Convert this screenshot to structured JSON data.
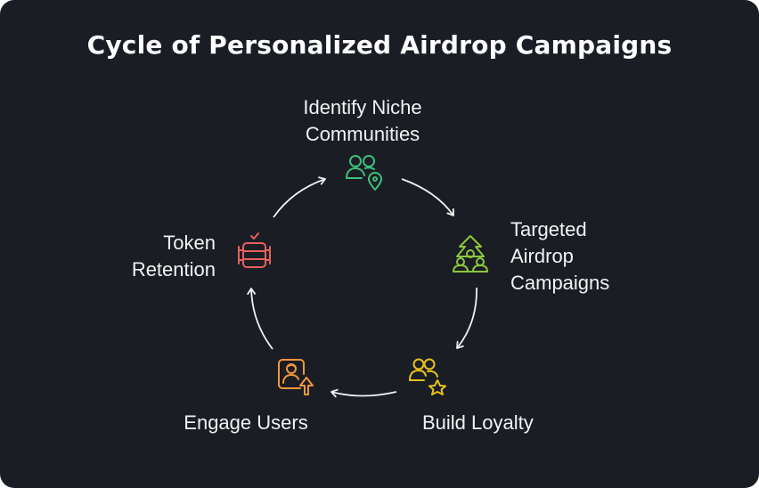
{
  "title": "Cycle of Personalized Airdrop Campaigns",
  "colors": {
    "background": "#1a1d24",
    "text": "#f2f2f2",
    "arrow": "#f2f2f2",
    "identify": "#3dbf7a",
    "targeted": "#8dc63f",
    "loyalty": "#e8c21a",
    "engage": "#f0973a",
    "retention": "#e8605c"
  },
  "steps": [
    {
      "id": "identify",
      "line1": "Identify Niche",
      "line2": "Communities",
      "line3": "",
      "icon": "community-location-icon"
    },
    {
      "id": "targeted",
      "line1": "Targeted",
      "line2": "Airdrop",
      "line3": "Campaigns",
      "icon": "group-target-tree-icon"
    },
    {
      "id": "loyalty",
      "line1": "Build Loyalty",
      "line2": "",
      "line3": "",
      "icon": "users-star-icon"
    },
    {
      "id": "engage",
      "line1": "Engage Users",
      "line2": "",
      "line3": "",
      "icon": "user-upload-icon"
    },
    {
      "id": "retention",
      "line1": "Token",
      "line2": "Retention",
      "line3": "",
      "icon": "token-stack-check-icon"
    }
  ]
}
